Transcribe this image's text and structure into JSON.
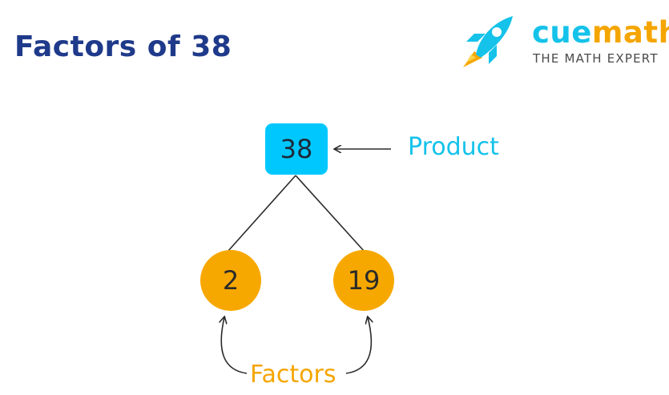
{
  "title": "Factors of 38",
  "logo": {
    "name_part1": "cue",
    "name_part2": "math",
    "tagline": "THE MATH EXPERT",
    "icon": "rocket-icon"
  },
  "diagram": {
    "product": "38",
    "factors": [
      "2",
      "19"
    ],
    "product_label": "Product",
    "factors_label": "Factors"
  },
  "colors": {
    "title": "#1f3a8a",
    "product_box": "#00c8ff",
    "factor_circle": "#f7a800",
    "brand_cue": "#14c2ea",
    "brand_math": "#f5a500",
    "connector": "#2a2a2a"
  }
}
